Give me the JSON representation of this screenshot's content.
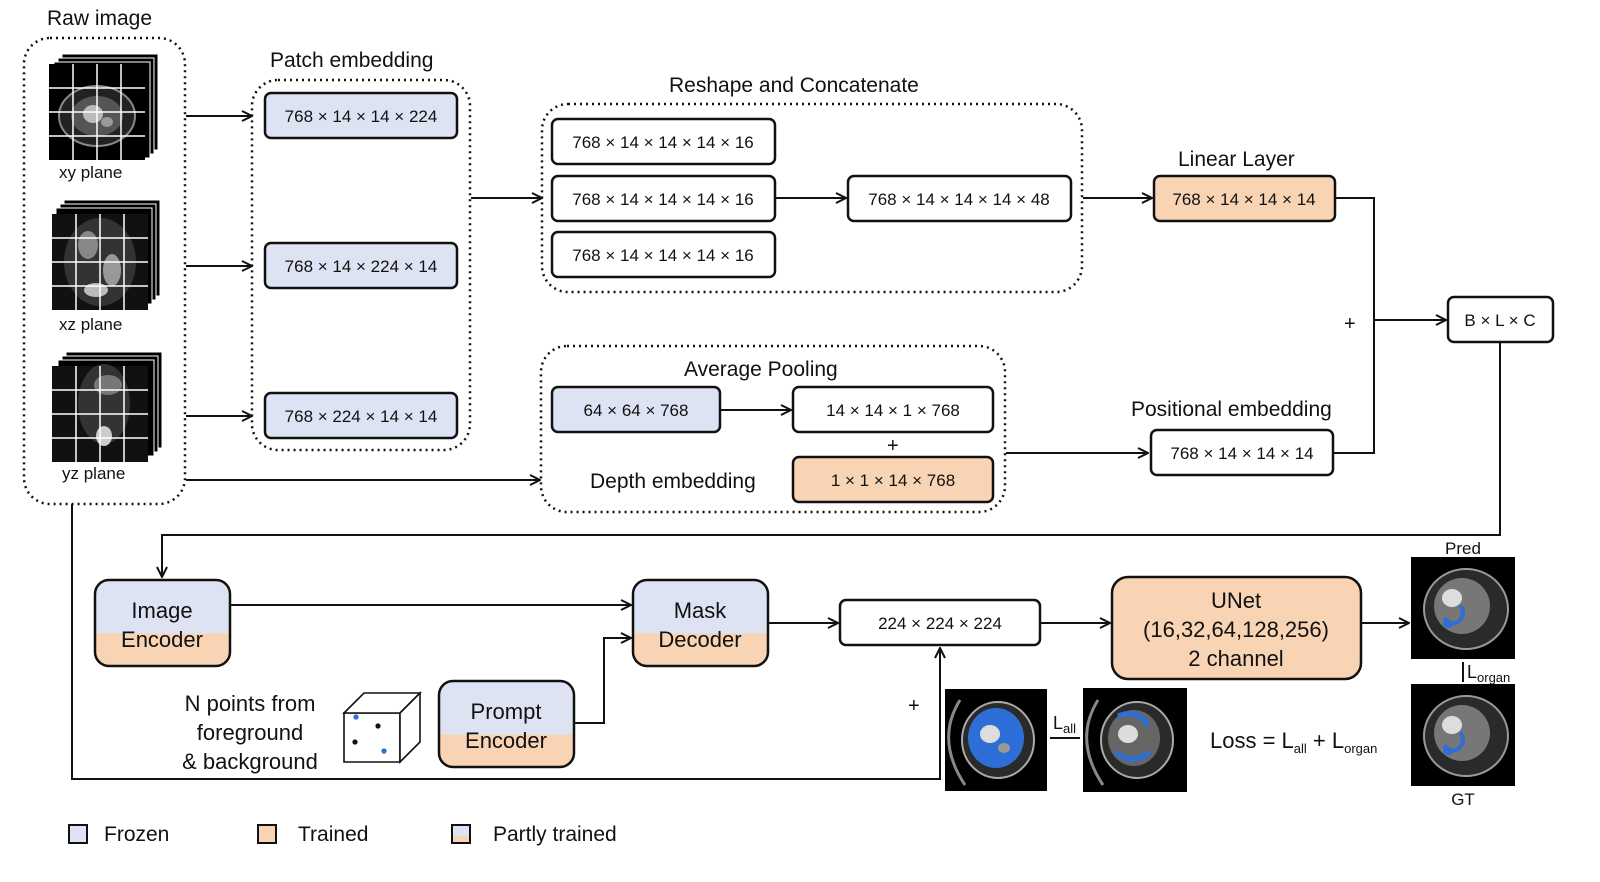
{
  "colors": {
    "frozen": "#dde3f3",
    "trained": "#f8d3b4",
    "border": "#111111",
    "mask_blue": "#2d6fd6"
  },
  "raw_image": {
    "title": "Raw image",
    "planes": [
      {
        "label": "xy plane"
      },
      {
        "label": "xz plane"
      },
      {
        "label": "yz plane"
      }
    ]
  },
  "patch_embedding": {
    "title": "Patch embedding",
    "boxes": [
      "768 × 14 × 14 × 224",
      "768 × 14 × 224 × 14",
      "768 × 224 × 14 × 14"
    ]
  },
  "reshape": {
    "title": "Reshape and Concatenate",
    "boxes": [
      "768 × 14 × 14 × 14 × 16",
      "768 × 14 × 14 × 14 × 16",
      "768 × 14 × 14 × 14 × 16"
    ],
    "concat_box": "768 × 14 × 14 × 14 × 48"
  },
  "linear_layer": {
    "title": "Linear Layer",
    "box": "768 × 14 × 14 × 14"
  },
  "average_pooling": {
    "title": "Average Pooling",
    "input_box": "64 × 64 × 768",
    "output_box": "14 × 14 × 1 × 768",
    "plus": "+",
    "depth_label": "Depth embedding",
    "depth_box": "1 × 1 × 14 × 768"
  },
  "positional_embedding": {
    "title": "Positional embedding",
    "box": "768 × 14 × 14 × 14"
  },
  "blc": {
    "box": "B × L × C",
    "plus": "+"
  },
  "image_encoder": {
    "line1": "Image",
    "line2": "Encoder"
  },
  "mask_decoder": {
    "line1": "Mask",
    "line2": "Decoder"
  },
  "prompt_encoder": {
    "line1": "Prompt",
    "line2": "Encoder"
  },
  "points_text": {
    "line1": "N points from",
    "line2": "foreground",
    "line3": "& background"
  },
  "volume_box": "224 × 224 × 224",
  "unet": {
    "line1": "UNet",
    "line2": "(16,32,64,128,256)",
    "line3": "2 channel"
  },
  "loss": {
    "plus_left": "+",
    "l_all_label": "L",
    "l_all_sub": "all",
    "l_organ_label": "L",
    "l_organ_sub": "organ",
    "formula_prefix": "Loss = L",
    "formula_sub1": "all",
    "formula_mid": " + L",
    "formula_sub2": "organ",
    "pred_label": "Pred",
    "gt_label": "GT"
  },
  "legend": {
    "frozen": "Frozen",
    "trained": "Trained",
    "partly": "Partly trained"
  }
}
